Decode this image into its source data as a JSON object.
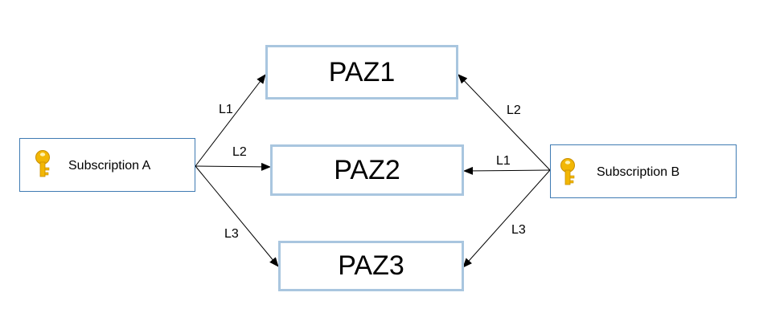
{
  "nodes": {
    "paz1": {
      "label": "PAZ1"
    },
    "paz2": {
      "label": "PAZ2"
    },
    "paz3": {
      "label": "PAZ3"
    },
    "subscription_a": {
      "label": "Subscription A",
      "icon": "key-icon"
    },
    "subscription_b": {
      "label": "Subscription B",
      "icon": "key-icon"
    }
  },
  "edges": [
    {
      "from": "subscription_a",
      "to": "paz1",
      "label": "L1"
    },
    {
      "from": "subscription_a",
      "to": "paz2",
      "label": "L2"
    },
    {
      "from": "subscription_a",
      "to": "paz3",
      "label": "L3"
    },
    {
      "from": "subscription_b",
      "to": "paz1",
      "label": "L2"
    },
    {
      "from": "subscription_b",
      "to": "paz2",
      "label": "L1"
    },
    {
      "from": "subscription_b",
      "to": "paz3",
      "label": "L3"
    }
  ],
  "colors": {
    "paz_border": "#a9c6df",
    "subscription_border": "#3f7bb3",
    "edge": "#000000",
    "key_gold": "#f2b705"
  }
}
